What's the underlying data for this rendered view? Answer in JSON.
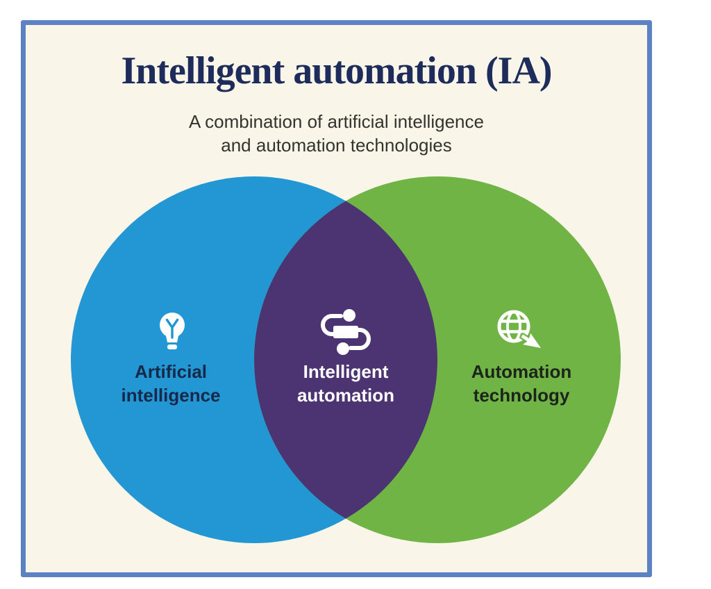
{
  "header": {
    "title": "Intelligent automation (IA)",
    "subtitle_line1": "A combination of artificial intelligence",
    "subtitle_line2": "and automation technologies"
  },
  "venn": {
    "left": {
      "line1": "Artificial",
      "line2": "intelligence",
      "icon": "lightbulb-icon"
    },
    "center": {
      "line1": "Intelligent",
      "line2": "automation",
      "icon": "workflow-automation-icon"
    },
    "right": {
      "line1": "Automation",
      "line2": "technology",
      "icon": "globe-cursor-icon"
    }
  },
  "colors": {
    "frame_border": "#5c82c3",
    "canvas_background": "#f9f5e8",
    "left_circle": "#2397d3",
    "right_circle": "#70b446",
    "overlap": "#4b3471",
    "title_text": "#1d2c5b",
    "subtitle_text": "#33332f",
    "left_label_text": "#17294a",
    "center_label_text": "#ffffff",
    "right_label_text": "#1c241c",
    "icon_color": "#ffffff"
  }
}
